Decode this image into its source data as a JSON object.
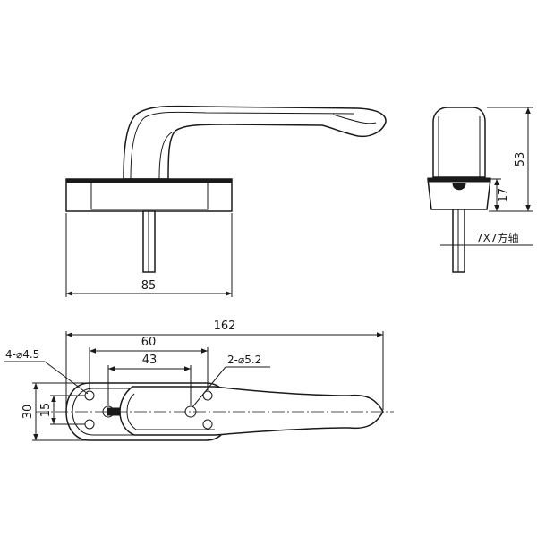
{
  "dimensions": {
    "front_width": "85",
    "side_total_height": "53",
    "side_base_height": "17",
    "spindle": "7X7方轴",
    "plan_length": "162",
    "hole_spacing_outer": "60",
    "hole_spacing_inner": "43",
    "plan_width": "30",
    "hole_pitch_vertical": "15",
    "mount_holes": "4-⌀4.5",
    "screw_holes": "2-⌀5.2"
  }
}
